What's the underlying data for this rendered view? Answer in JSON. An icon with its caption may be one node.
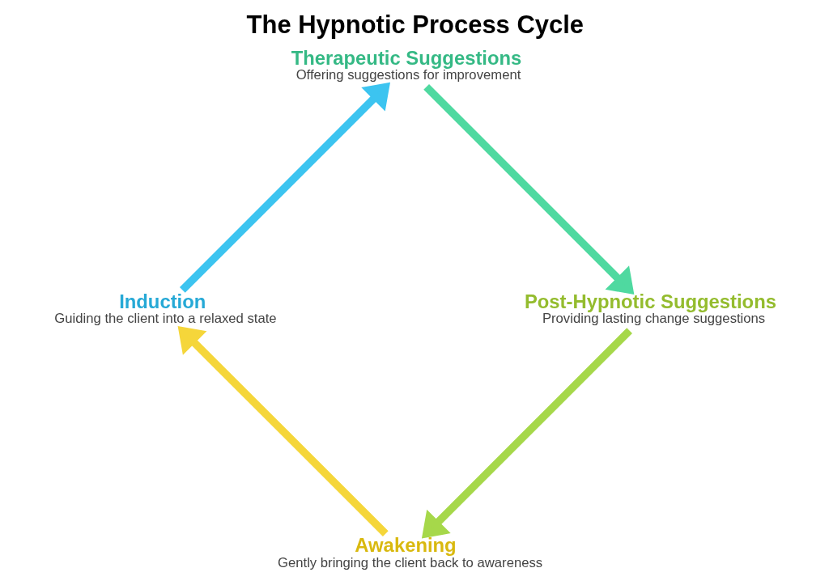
{
  "diagram": {
    "title": "The Hypnotic Process Cycle",
    "nodes": [
      {
        "text": [
          "Awakening",
          "Gently bringing the client back to awareness"
        ]
      },
      {
        "text": [
          "Induction",
          "Guiding the client into a relaxed state"
        ]
      },
      {
        "text": [
          "Therapeutic Suggestions",
          "Offering suggestions for improvement"
        ]
      },
      {
        "text": [
          "Post-Hypnotic Suggestions",
          "Providing lasting change suggestions"
        ]
      }
    ],
    "edges": [
      {
        "from": 0,
        "to": 1,
        "arrow": "to",
        "color": "#f5d63a"
      },
      {
        "from": 1,
        "to": 2,
        "arrow": "to",
        "color": "#3cc4f0"
      },
      {
        "from": 2,
        "to": 3,
        "arrow": "to",
        "color": "#4fd9a0"
      },
      {
        "from": 3,
        "to": 0,
        "arrow": "to",
        "color": "#a6d84a"
      }
    ]
  }
}
